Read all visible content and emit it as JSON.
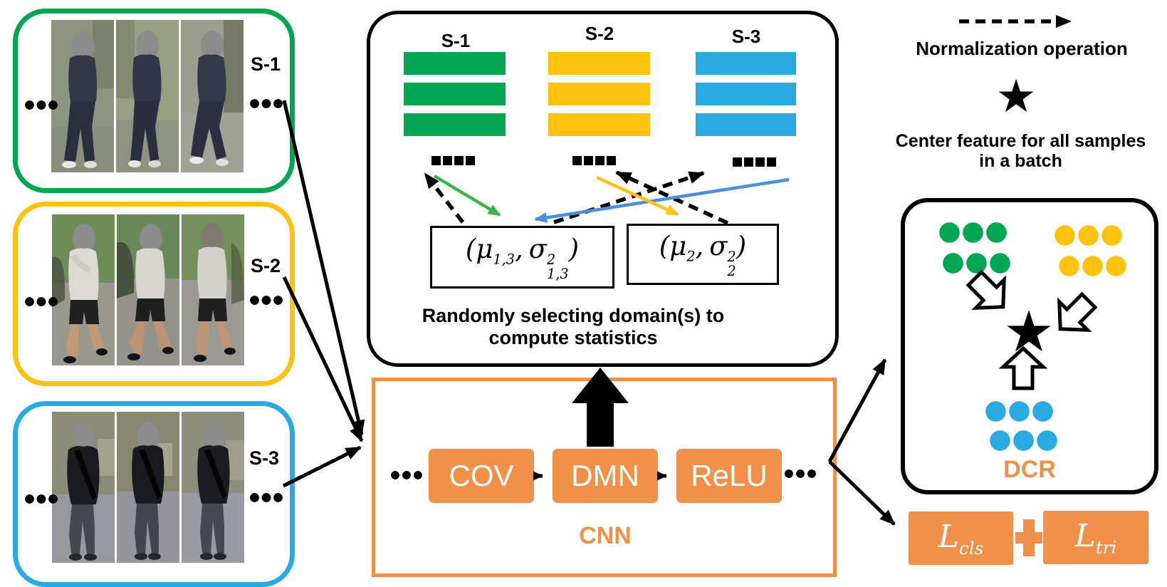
{
  "colors": {
    "green": "#00A651",
    "yellow": "#FFC20E",
    "blue": "#29ABE2",
    "orange": "#F19149",
    "black": "#000000",
    "white": "#FFFFFF",
    "arrow_green": "#39B54A",
    "arrow_blue": "#4A90E2",
    "head_gray": "#8C8C8C"
  },
  "left_panel": {
    "domains": [
      {
        "label": "S-1",
        "color": "#00A651"
      },
      {
        "label": "S-2",
        "color": "#FFC20E"
      },
      {
        "label": "S-3",
        "color": "#29ABE2"
      }
    ]
  },
  "stats_panel": {
    "domains": [
      {
        "label": "S-1",
        "color": "#00A651"
      },
      {
        "label": "S-2",
        "color": "#FFC20E"
      },
      {
        "label": "S-3",
        "color": "#29ABE2"
      }
    ],
    "stat_box_1": {
      "open": "(",
      "mu": "μ",
      "mu_sub": "1,3",
      "sep": ",",
      "sigma": "σ",
      "sigma_sup": "2",
      "sigma_sub": "1,3",
      "close": ")"
    },
    "stat_box_2": {
      "open": "(",
      "mu": "μ",
      "mu_sub": "2",
      "sep": ",",
      "sigma": "σ",
      "sigma_sup": "2",
      "sigma_sub": "2",
      "close": ")"
    },
    "caption_line1": "Randomly selecting domain(s) to",
    "caption_line2": "compute statistics"
  },
  "cnn": {
    "label": "CNN",
    "blocks": [
      {
        "label": "COV"
      },
      {
        "label": "DMN"
      },
      {
        "label": "ReLU"
      }
    ]
  },
  "legend": {
    "normalization_label": "Normalization operation",
    "star": "★",
    "center_label_line1": "Center feature for all samples",
    "center_label_line2": "in a batch"
  },
  "dcr": {
    "label": "DCR",
    "star": "★"
  },
  "losses": {
    "cls_letter": "L",
    "cls_sub": "cls",
    "plus": "+",
    "tri_letter": "L",
    "tri_sub": "tri"
  }
}
